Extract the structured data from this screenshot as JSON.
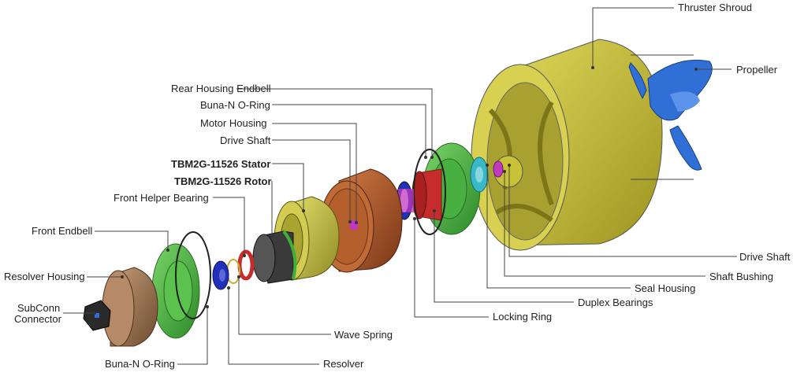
{
  "labels": {
    "thruster_shroud": "Thruster Shroud",
    "propeller": "Propeller",
    "rear_housing_endbell": "Rear Housing Endbell",
    "buna_n_oring_rear": "Buna-N O-Ring",
    "motor_housing": "Motor Housing",
    "drive_shaft_left": "Drive Shaft",
    "stator": "TBM2G-11526 Stator",
    "rotor": "TBM2G-11526 Rotor",
    "front_helper_bearing": "Front Helper Bearing",
    "front_endbell": "Front Endbell",
    "resolver_housing": "Resolver Housing",
    "subconn_line1": "SubConn",
    "subconn_line2": "Connector",
    "buna_n_oring_front": "Buna-N O-Ring",
    "wave_spring": "Wave Spring",
    "resolver": "Resolver",
    "locking_ring": "Locking Ring",
    "duplex_bearings": "Duplex Bearings",
    "seal_housing": "Seal Housing",
    "shaft_bushing": "Shaft Bushing",
    "drive_shaft_right": "Drive Shaft"
  },
  "colors": {
    "shroud": "#c9c237",
    "propeller": "#2f6fd6",
    "endbell_green": "#3fae3a",
    "motor_housing": "#b4552a",
    "stator": "#c8c545",
    "rotor_dark": "#3a3a3a",
    "red_part": "#c62c2c",
    "magenta": "#c03ac0",
    "resolver_housing": "#a07a5a",
    "connector": "#2a2a2a",
    "seal_cyan": "#39b8c8",
    "resolver_blue": "#2130b8"
  }
}
